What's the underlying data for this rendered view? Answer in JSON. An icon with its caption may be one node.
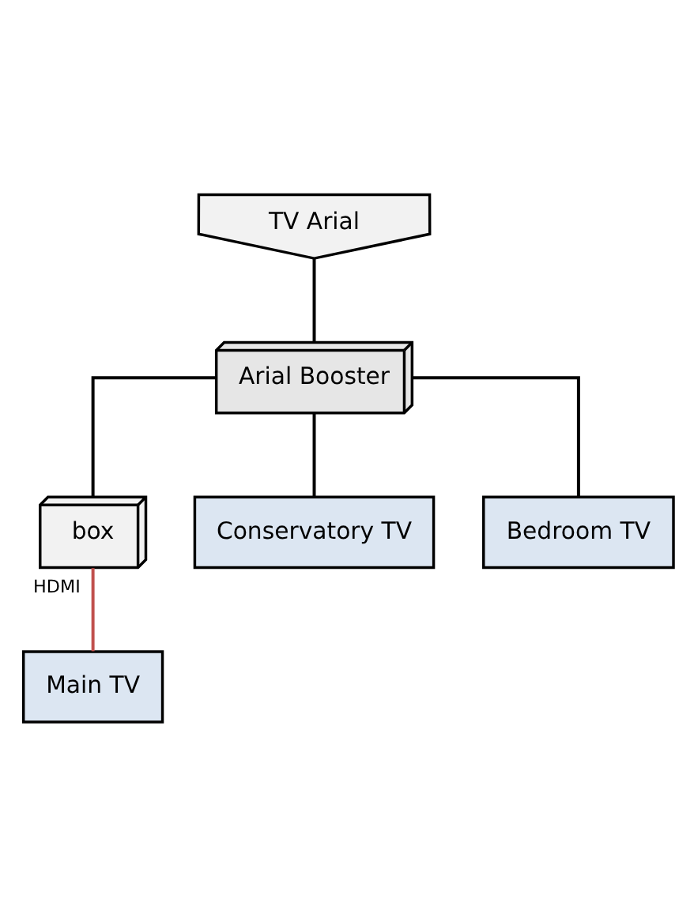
{
  "diagram": {
    "nodes": [
      {
        "text": [
          "TV Arial"
        ]
      },
      {
        "text": [
          "Arial Booster"
        ]
      },
      {
        "text": [
          "box"
        ]
      },
      {
        "text": [
          "Conservatory TV"
        ]
      },
      {
        "text": [
          "Bedroom TV"
        ]
      },
      {
        "text": [
          "Main TV"
        ]
      }
    ],
    "edges": [
      {
        "from": 0,
        "to": 1,
        "arrow": "none"
      },
      {
        "from": 1,
        "to": 2,
        "arrow": "none"
      },
      {
        "from": 1,
        "to": 3,
        "arrow": "none"
      },
      {
        "from": 1,
        "to": 4,
        "arrow": "none"
      },
      {
        "from": 2,
        "to": 5,
        "arrow": "none",
        "label": "HDMI",
        "color": "#c0504d"
      }
    ]
  }
}
